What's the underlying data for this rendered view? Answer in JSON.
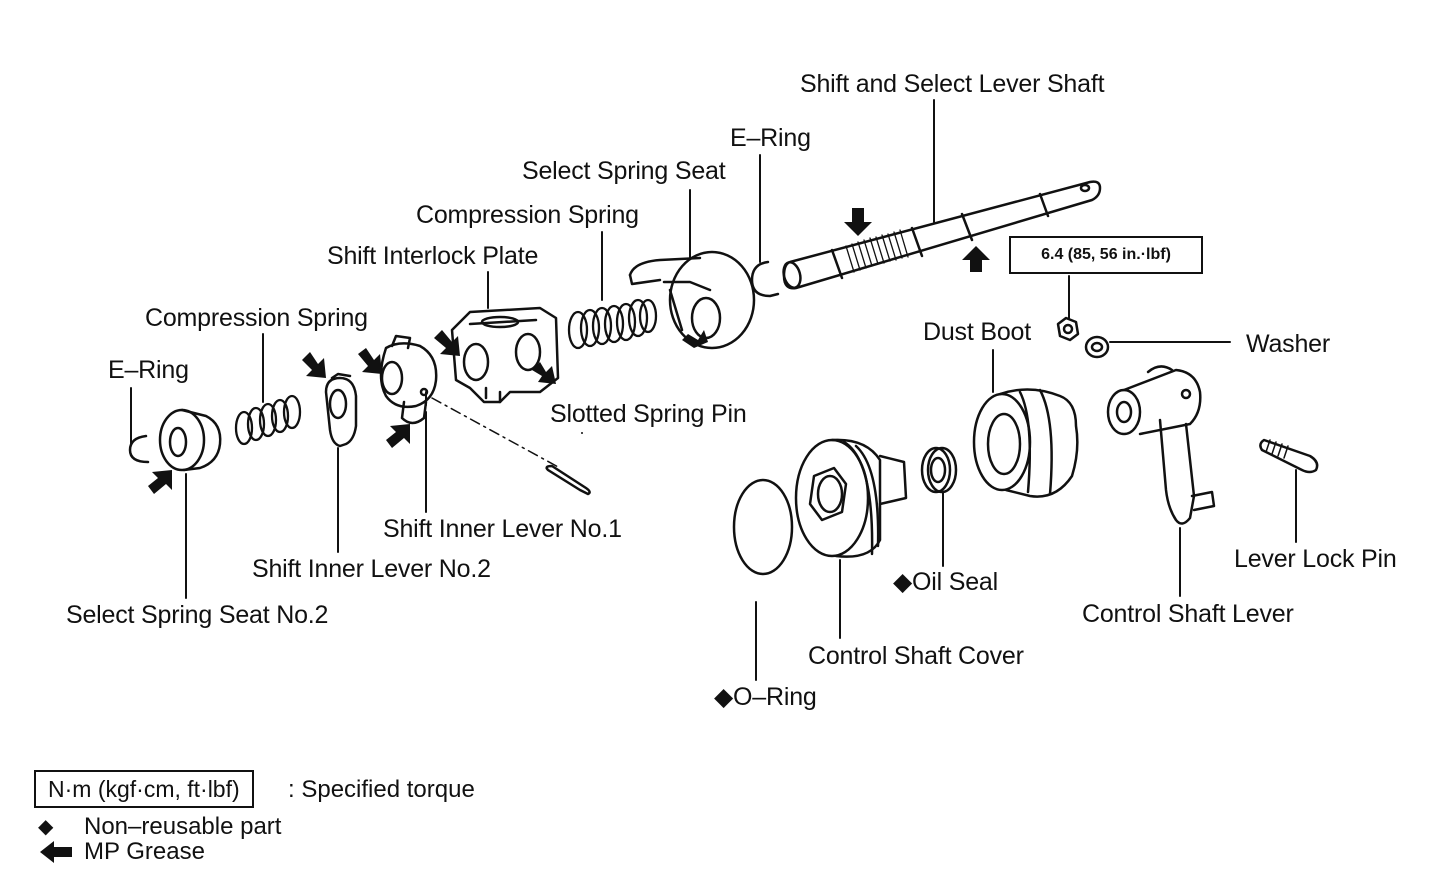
{
  "labels": {
    "shift_select_lever_shaft": "Shift and Select Lever Shaft",
    "e_ring_top": "E–Ring",
    "select_spring_seat": "Select Spring Seat",
    "compression_spring_top": "Compression Spring",
    "shift_interlock_plate": "Shift Interlock Plate",
    "compression_spring_left": "Compression Spring",
    "e_ring_left": "E–Ring",
    "slotted_spring_pin": "Slotted Spring Pin",
    "shift_inner_lever_no1": "Shift Inner Lever No.1",
    "shift_inner_lever_no2": "Shift Inner Lever No.2",
    "select_spring_seat_no2": "Select Spring Seat No.2",
    "dust_boot": "Dust Boot",
    "washer": "Washer",
    "oil_seal": "Oil Seal",
    "control_shaft_lever": "Control Shaft Lever",
    "lever_lock_pin": "Lever Lock Pin",
    "control_shaft_cover": "Control Shaft Cover",
    "o_ring": "O–Ring",
    "torque_spec": "6.4 (85, 56 in.·lbf)"
  },
  "legend": {
    "torque_unit": "N·m (kgf·cm, ft·lbf)",
    "torque_desc": ": Specified torque",
    "nonreusable": "Non–reusable part",
    "grease": "MP Grease"
  },
  "symbols": {
    "diamond": "◆"
  }
}
